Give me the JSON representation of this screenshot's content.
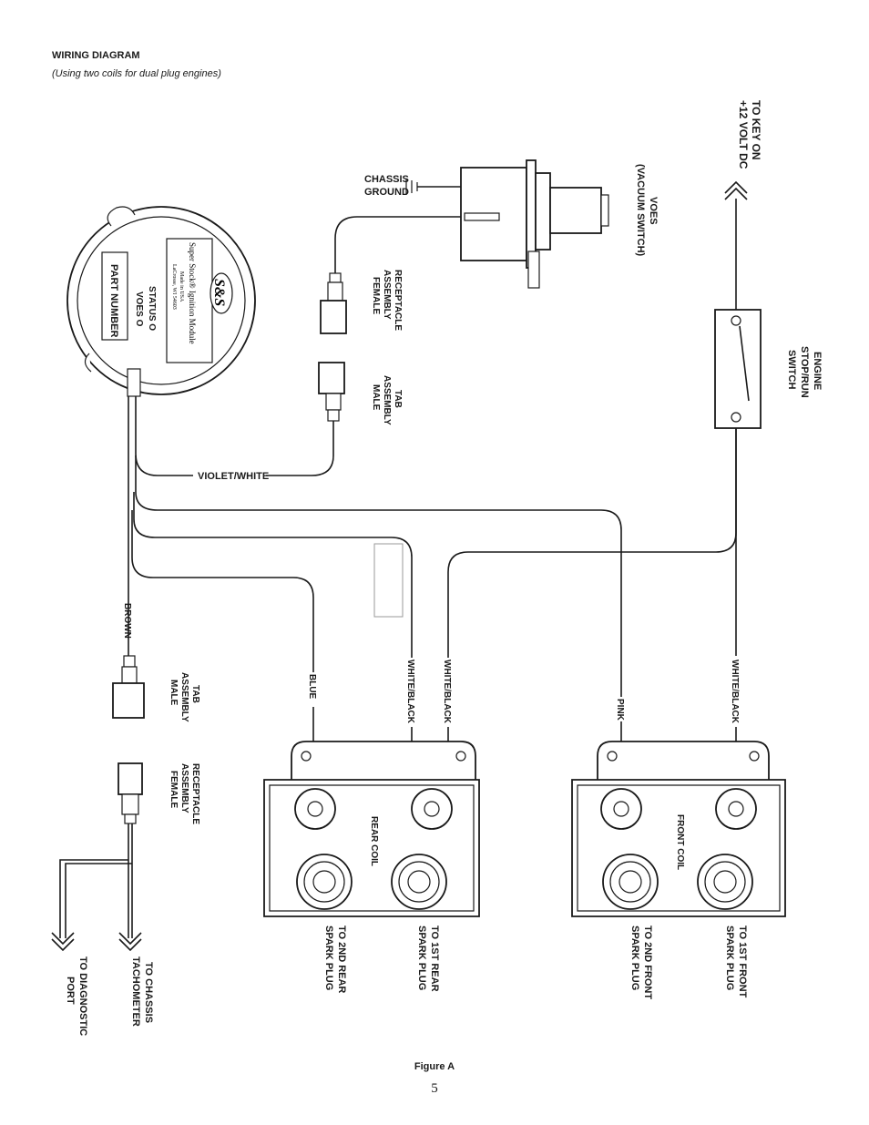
{
  "header": {
    "title": "WIRING DIAGRAM",
    "subtitle": "(Using two coils for dual plug engines)"
  },
  "diagram": {
    "key_on": [
      "TO KEY ON",
      "+12 VOLT DC"
    ],
    "voes": [
      "VOES",
      "(VACUUM SWITCH)"
    ],
    "chassis_ground": [
      "CHASSIS",
      "GROUND"
    ],
    "receptacle_female_top": [
      "RECEPTACLE",
      "ASSEMBLY",
      "FEMALE"
    ],
    "tab_male_top": [
      "TAB",
      "ASSEMBLY",
      "MALE"
    ],
    "engine_switch": [
      "ENGINE",
      "STOP/RUN",
      "SWITCH"
    ],
    "module": {
      "brand": "S&S",
      "line1": "Super Stock® Ignition Module",
      "line2": "Made in USA",
      "line3": "LaCrosse, WI 54603",
      "part_number": "PART NUMBER",
      "status": "STATUS O",
      "voes": "VOES O"
    },
    "wires": {
      "violet_white": "VIOLET/WHITE",
      "brown": "BROWN",
      "blue": "BLUE",
      "white_black_1": "WHITE/BLACK",
      "white_black_2": "WHITE/BLACK",
      "pink": "PINK",
      "white_black_3": "WHITE/BLACK"
    },
    "tab_male_bottom": [
      "TAB",
      "ASSEMBLY",
      "MALE"
    ],
    "receptacle_female_bottom": [
      "RECEPTACLE",
      "ASSEMBLY",
      "FEMALE"
    ],
    "rear_coil": "REAR COIL",
    "front_coil": "FRONT COIL",
    "to_2nd_rear": [
      "TO 2ND REAR",
      "SPARK PLUG"
    ],
    "to_1st_rear": [
      "TO 1ST REAR",
      "SPARK PLUG"
    ],
    "to_2nd_front": [
      "TO 2ND FRONT",
      "SPARK PLUG"
    ],
    "to_1st_front": [
      "TO 1ST FRONT",
      "SPARK PLUG"
    ],
    "to_diagnostic": [
      "TO DIAGNOSTIC",
      "PORT"
    ],
    "to_tachometer": [
      "TO CHASSIS",
      "TACHOMETER"
    ]
  },
  "footer": {
    "caption": "Figure A",
    "page_number": "5"
  }
}
